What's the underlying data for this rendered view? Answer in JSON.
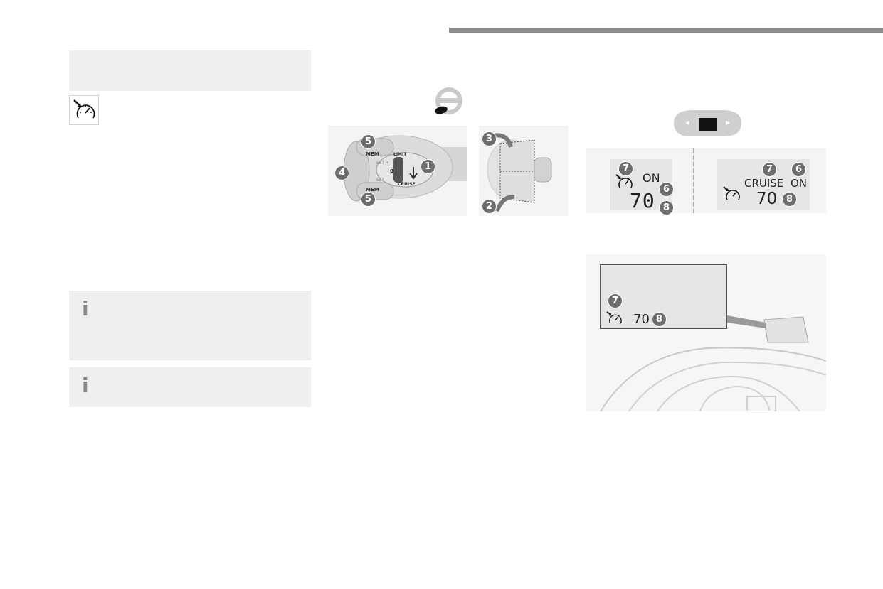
{
  "figure": {
    "lever_labels": {
      "mem_top": "MEM",
      "mem_bottom": "MEM",
      "set_plus": "SET +",
      "set_minus": "SET -",
      "zero": "0",
      "limit": "LIMIT",
      "cruise": "CRUISE"
    },
    "display_1": {
      "status": "ON",
      "speed": "70"
    },
    "display_2": {
      "mode": "CRUISE",
      "status": "ON",
      "speed": "70"
    },
    "hud": {
      "speed": "70"
    },
    "callouts": {
      "n1": "1",
      "n2": "2",
      "n3": "3",
      "n4": "4",
      "n5": "5",
      "n6": "6",
      "n7": "7",
      "n8": "8"
    }
  },
  "icons": [
    "cruise-control-icon",
    "info-icon",
    "steering-wheel-icon",
    "instrument-cluster-icon"
  ],
  "colors": {
    "rule": "#8c8c8c",
    "panel": "#efefef",
    "badge": "#6d6d6d",
    "display_bg": "#e6e6e6"
  }
}
